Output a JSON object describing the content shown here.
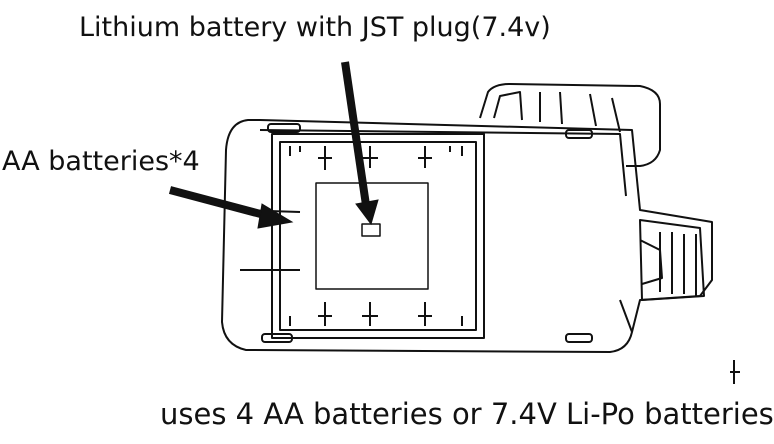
{
  "labels": {
    "lithium": "Lithium battery with JST plug(7.4v)",
    "aa": "AA batteries*4",
    "caption": "uses 4 AA batteries or 7.4V Li-Po batteries"
  },
  "colors": {
    "line": "#111111",
    "background": "#ffffff"
  }
}
